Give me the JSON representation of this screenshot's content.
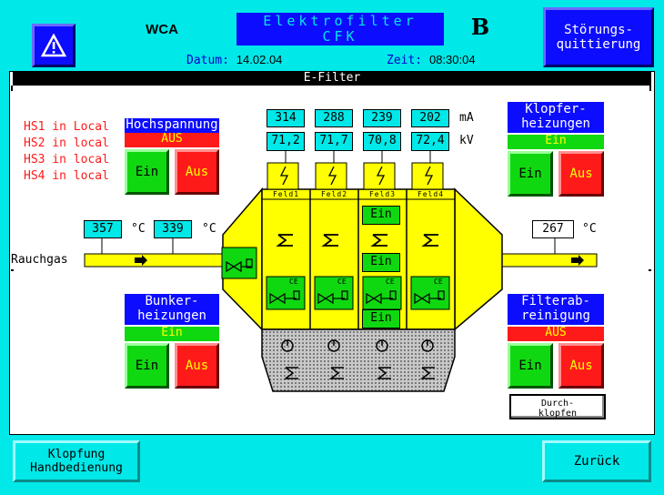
{
  "header": {
    "warning_icon": "warning-triangle-icon",
    "app_short": "WCA",
    "title_line1": "Elektrofilter",
    "title_line2": "CFK",
    "logo": "B",
    "datum_label": "Datum:",
    "datum_value": "14.02.04",
    "zeit_label": "Zeit:",
    "zeit_value": "08:30:04",
    "stoerung_label_1": "Störungs-",
    "stoerung_label_2": "quittierung"
  },
  "section_title": "E-Filter",
  "hs_status": [
    "HS1 in Local",
    "HS2 in local",
    "HS3 in local",
    "HS4 in local"
  ],
  "hochspannung": {
    "title": "Hochspannung",
    "status": "AUS",
    "ein": "Ein",
    "aus": "Aus"
  },
  "klopferheizungen": {
    "title_1": "Klopfer-",
    "title_2": "heizungen",
    "status": "Ein",
    "ein": "Ein",
    "aus": "Aus"
  },
  "bunkerheizungen": {
    "title_1": "Bunker-",
    "title_2": "heizungen",
    "status": "Ein",
    "ein": "Ein",
    "aus": "Aus"
  },
  "filterabreinigung": {
    "title_1": "Filterab-",
    "title_2": "reinigung",
    "status": "AUS",
    "ein": "Ein",
    "aus": "Aus",
    "durch_1": "Durch-",
    "durch_2": "klopfen"
  },
  "fields": [
    {
      "label": "Feld1",
      "ma": "314",
      "kv": "71,2"
    },
    {
      "label": "Feld2",
      "ma": "288",
      "kv": "71,7"
    },
    {
      "label": "Feld3",
      "ma": "239",
      "kv": "70,8"
    },
    {
      "label": "Feld4",
      "ma": "202",
      "kv": "72,4"
    }
  ],
  "units": {
    "ma": "mA",
    "kv": "kV",
    "deg": "°C"
  },
  "temps": {
    "inlet1": "357",
    "inlet2": "339",
    "outlet": "267"
  },
  "rauchgas": "Rauchgas",
  "feld3_status": {
    "top": "Ein",
    "mid": "Ein",
    "bot": "Ein"
  },
  "ce_label": "CE",
  "footer": {
    "klopfung_1": "Klopfung",
    "klopfung_2": "Handbedienung",
    "zurueck": "Zurück"
  },
  "colors": {
    "cyan": "#00e8e8",
    "blue": "#0c0cff",
    "green": "#10d810",
    "red": "#ff1a1a",
    "yellow": "#ffff00"
  }
}
